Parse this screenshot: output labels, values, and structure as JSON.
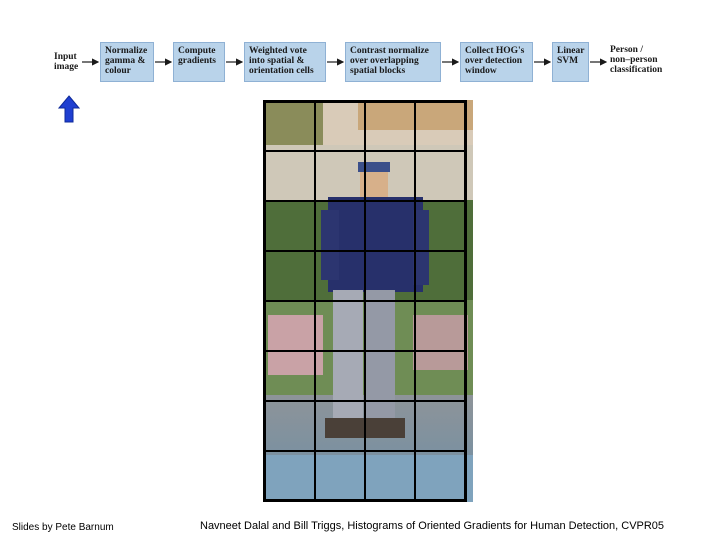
{
  "pipeline": {
    "input_label": "Input\nimage",
    "output_label": "Person /\nnon–person\nclassification",
    "stages": [
      {
        "label": "Normalize\ngamma &\ncolour"
      },
      {
        "label": "Compute\ngradients"
      },
      {
        "label": "Weighted vote\ninto spatial &\norientation cells"
      },
      {
        "label": "Contrast normalize\nover overlapping\nspatial blocks"
      },
      {
        "label": "Collect HOG's\nover detection\nwindow"
      },
      {
        "label": "Linear\nSVM"
      }
    ],
    "box_color": "#b9d3ea",
    "arrow_color": "#1a1a1a"
  },
  "pointer": {
    "icon": "up-arrow-icon",
    "color": "#1f3fd1"
  },
  "image": {
    "subject": "pedestrian-photo",
    "grid": {
      "rows": 8,
      "cols": 4,
      "line_color": "#000000"
    }
  },
  "footer": {
    "credit": "Slides by Pete Barnum",
    "citation": "Navneet Dalal and Bill Triggs, Histograms of Oriented Gradients for Human Detection, CVPR05"
  }
}
